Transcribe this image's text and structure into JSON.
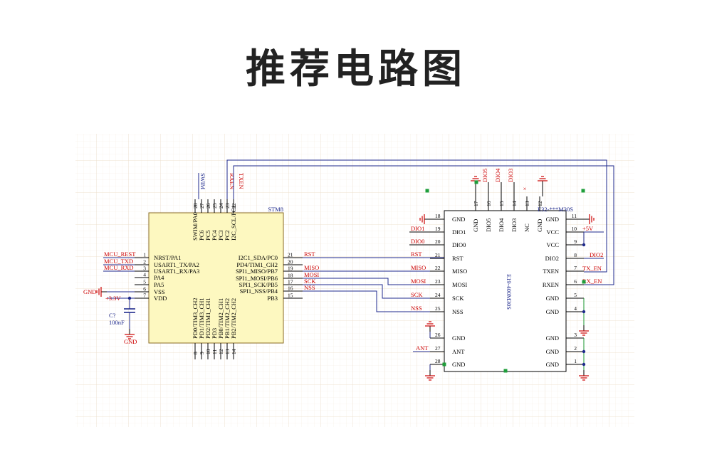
{
  "page_title": "推荐电路图",
  "stm8": {
    "name": "STM8",
    "left_pins": [
      {
        "num": "1",
        "name": "NRST/PA1",
        "net": "MCU_REST"
      },
      {
        "num": "2",
        "name": "USART1_TX/PA2",
        "net": "MCU_TXD"
      },
      {
        "num": "3",
        "name": "USART1_RX/PA3",
        "net": "MCU_RXD"
      },
      {
        "num": "4",
        "name": "PA4",
        "net": ""
      },
      {
        "num": "5",
        "name": "PA5",
        "net": ""
      },
      {
        "num": "6",
        "name": "VSS",
        "net": "GND"
      },
      {
        "num": "7",
        "name": "VDD",
        "net": "+3.3V"
      }
    ],
    "right_pins": [
      {
        "num": "21",
        "name": "I2C1_SDA/PC0",
        "net": "RST"
      },
      {
        "num": "20",
        "name": "PD4/TIM1_CH2",
        "net": ""
      },
      {
        "num": "19",
        "name": "SPI1_MISO/PB7",
        "net": "MISO"
      },
      {
        "num": "18",
        "name": "SPI1_MOSI/PB6",
        "net": "MOSI"
      },
      {
        "num": "17",
        "name": "SPI1_SCK/PB5",
        "net": "SCK"
      },
      {
        "num": "16",
        "name": "SPI1_NSS/PB4",
        "net": "NSS"
      },
      {
        "num": "15",
        "name": "PB3",
        "net": ""
      }
    ],
    "top_pins": [
      {
        "num": "28",
        "name": "SWIM/PA0"
      },
      {
        "num": "27",
        "name": "PC6"
      },
      {
        "num": "26",
        "name": "PC5"
      },
      {
        "num": "25",
        "name": "PC4"
      },
      {
        "num": "24",
        "name": "PC3"
      },
      {
        "num": "23",
        "name": "PC2"
      },
      {
        "num": "22",
        "name": "I2C_SCL/PC1"
      }
    ],
    "bottom_pins": [
      {
        "num": "8",
        "name": "PD0/TIM3_CH2"
      },
      {
        "num": "9",
        "name": "PD1/TIM3_CH1"
      },
      {
        "num": "10",
        "name": "PD2/TIM1_CH1"
      },
      {
        "num": "11",
        "name": "PD3"
      },
      {
        "num": "12",
        "name": "PB0/TIM2_CH1"
      },
      {
        "num": "13",
        "name": "PB1/TIM2_CH2"
      },
      {
        "num": "14",
        "name": "PB2/TIM2_CH2"
      }
    ],
    "top_nets": {
      "swim": "SWIM",
      "rxen": "RXEN",
      "txen": "TXEN"
    }
  },
  "capacitor": {
    "ref": "C?",
    "value": "100nF",
    "gnd": "GND"
  },
  "module": {
    "ref": "E32-***M30S",
    "part": "E19-400M30S",
    "left_pins": [
      {
        "num": "18",
        "name": "GND",
        "net": ""
      },
      {
        "num": "19",
        "name": "DIO1",
        "net": "DIO1"
      },
      {
        "num": "20",
        "name": "DIO0",
        "net": "DIO0"
      },
      {
        "num": "21",
        "name": "RST",
        "net": "RST"
      },
      {
        "num": "22",
        "name": "MISO",
        "net": "MISO"
      },
      {
        "num": "23",
        "name": "MOSI",
        "net": "MOSI"
      },
      {
        "num": "24",
        "name": "SCK",
        "net": "SCK"
      },
      {
        "num": "25",
        "name": "NSS",
        "net": "NSS"
      },
      {
        "num": "26",
        "name": "GND",
        "net": ""
      },
      {
        "num": "27",
        "name": "ANT",
        "net": "ANT"
      },
      {
        "num": "28",
        "name": "GND",
        "net": ""
      }
    ],
    "right_pins": [
      {
        "num": "11",
        "name": "GND",
        "net": ""
      },
      {
        "num": "10",
        "name": "VCC",
        "net": "+5V"
      },
      {
        "num": "9",
        "name": "VCC",
        "net": ""
      },
      {
        "num": "8",
        "name": "DIO2",
        "net": "DIO2"
      },
      {
        "num": "7",
        "name": "TXEN",
        "net": "TX_EN"
      },
      {
        "num": "6",
        "name": "RXEN",
        "net": "RX_EN"
      },
      {
        "num": "5",
        "name": "GND",
        "net": ""
      },
      {
        "num": "4",
        "name": "GND",
        "net": ""
      },
      {
        "num": "3",
        "name": "GND",
        "net": ""
      },
      {
        "num": "2",
        "name": "GND",
        "net": ""
      },
      {
        "num": "1",
        "name": "GND",
        "net": ""
      }
    ],
    "top_pins": [
      {
        "num": "17",
        "name": "GND",
        "net": ""
      },
      {
        "num": "16",
        "name": "DIO5",
        "net": "DIO5"
      },
      {
        "num": "15",
        "name": "DIO4",
        "net": "DIO4"
      },
      {
        "num": "14",
        "name": "DIO3",
        "net": "DIO3"
      },
      {
        "num": "13",
        "name": "NC",
        "net": ""
      },
      {
        "num": "12",
        "name": "GND",
        "net": ""
      }
    ]
  }
}
